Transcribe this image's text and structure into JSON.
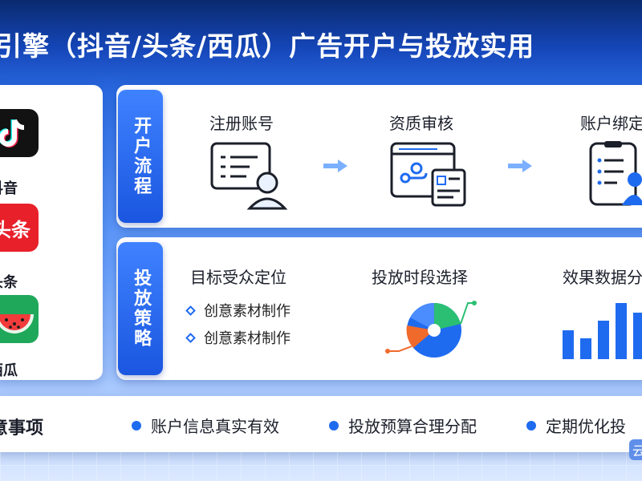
{
  "title": "引擎（抖音/头条/西瓜）广告开户与投放实用",
  "platforms": [
    {
      "name": "抖音",
      "icon": "douyin-icon"
    },
    {
      "name": "头条",
      "icon": "toutiao-icon",
      "icon_text": "头条"
    },
    {
      "name": "西瓜",
      "icon": "watermelon-icon"
    }
  ],
  "account_flow": {
    "tab_label": "开户流程",
    "steps": [
      {
        "label": "注册账号",
        "icon": "register-form-icon"
      },
      {
        "label": "资质审核",
        "icon": "qualification-review-icon"
      },
      {
        "label": "账户绑定",
        "icon": "account-binding-icon"
      }
    ]
  },
  "strategy": {
    "tab_label": "投放策略",
    "targeting_title": "目标受众定位",
    "bullets": [
      "创意素材制作",
      "创意素材制作"
    ],
    "schedule_title": "投放时段选择",
    "analytics_title": "效果数据分"
  },
  "notes": {
    "title": "意事项",
    "items": [
      "账户信息真实有效",
      "投放预算合理分配",
      "定期优化投"
    ]
  },
  "badge_text": "云",
  "colors": {
    "accent": "#1f6bf0",
    "douyin_bg": "#121212",
    "toutiao_bg": "#e8202a",
    "watermelon_bg": "#1fa85a",
    "pie_green": "#2bbf73",
    "pie_orange": "#f06a2c",
    "pie_blue": "#1f6bf0"
  }
}
